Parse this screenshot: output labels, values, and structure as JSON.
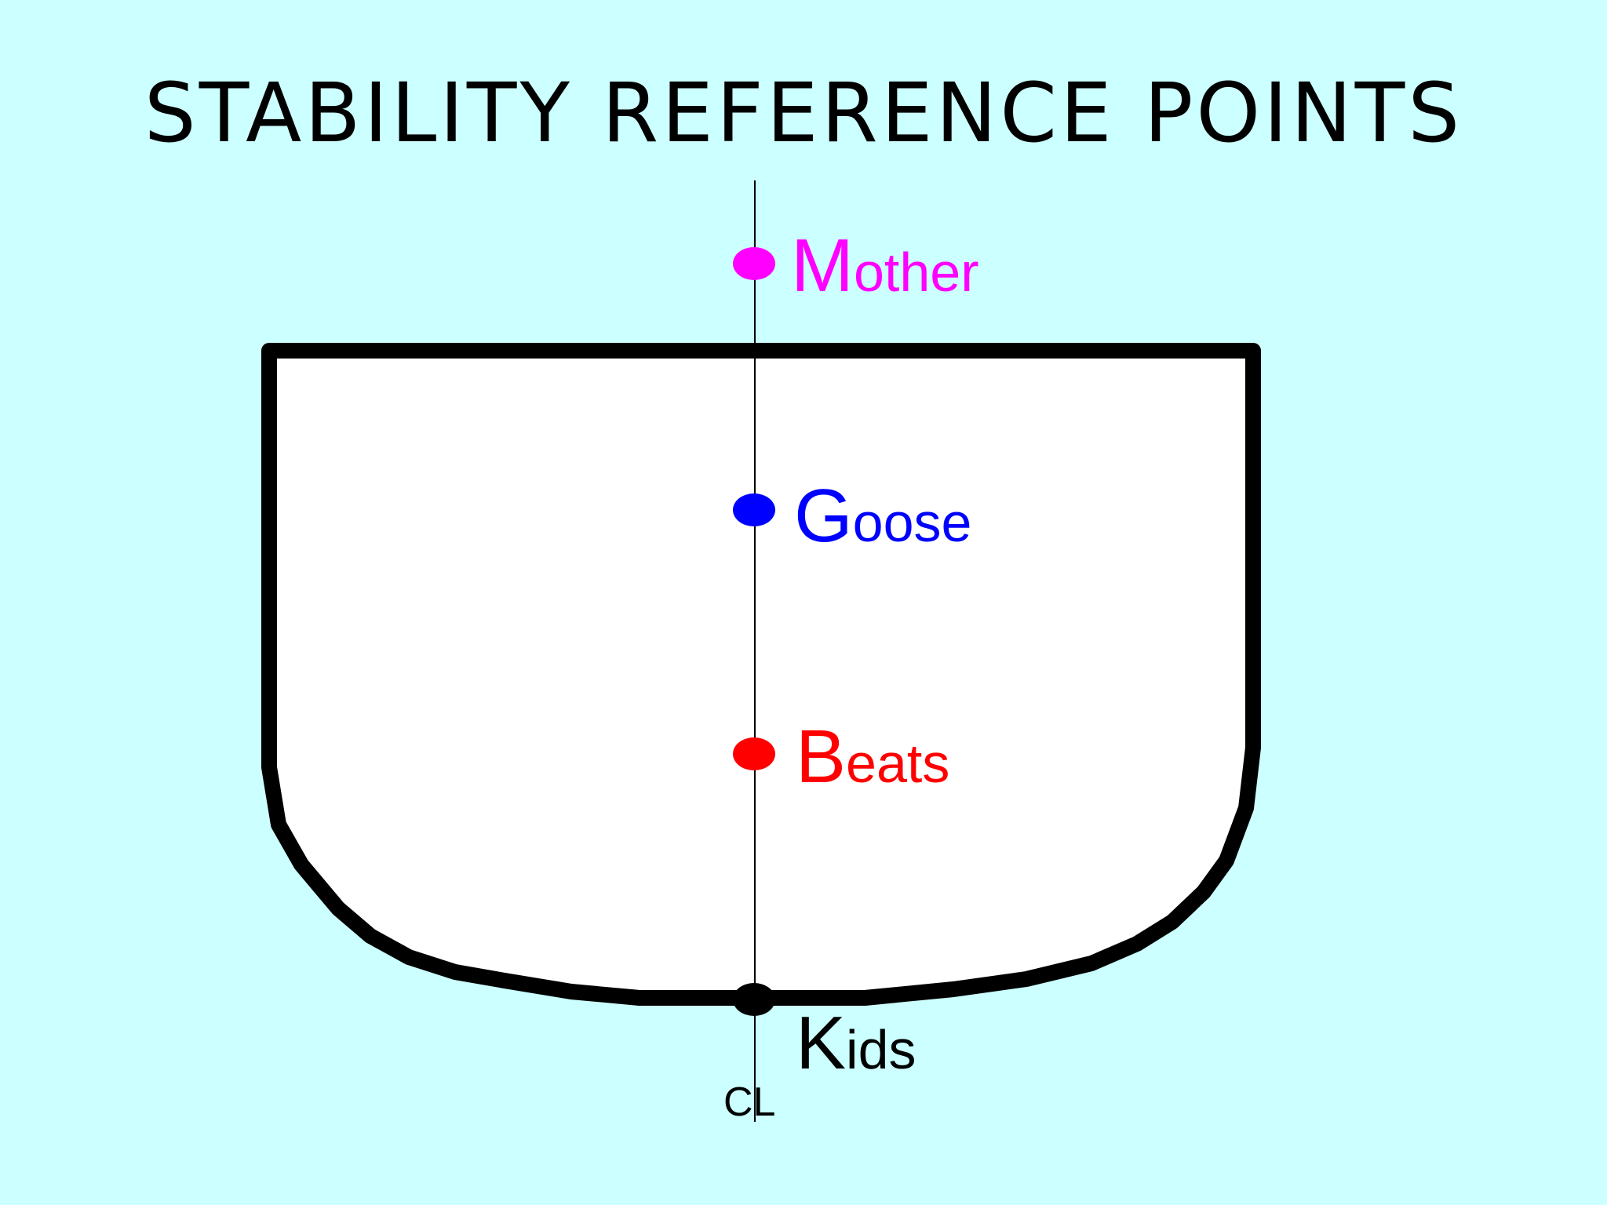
{
  "title": "STABILITY REFERENCE POINTS",
  "centerline_label": "CL",
  "points": [
    {
      "id": "M",
      "initial": "M",
      "rest": "other",
      "color": "#ff00ff"
    },
    {
      "id": "G",
      "initial": "G",
      "rest": "oose",
      "color": "#0000ff"
    },
    {
      "id": "B",
      "initial": "B",
      "rest": "eats",
      "color": "#ff0000"
    },
    {
      "id": "K",
      "initial": "K",
      "rest": "ids",
      "color": "#000000"
    }
  ],
  "colors": {
    "background": "#ccffff",
    "hull_fill": "#ffffff",
    "hull_stroke": "#000000"
  }
}
